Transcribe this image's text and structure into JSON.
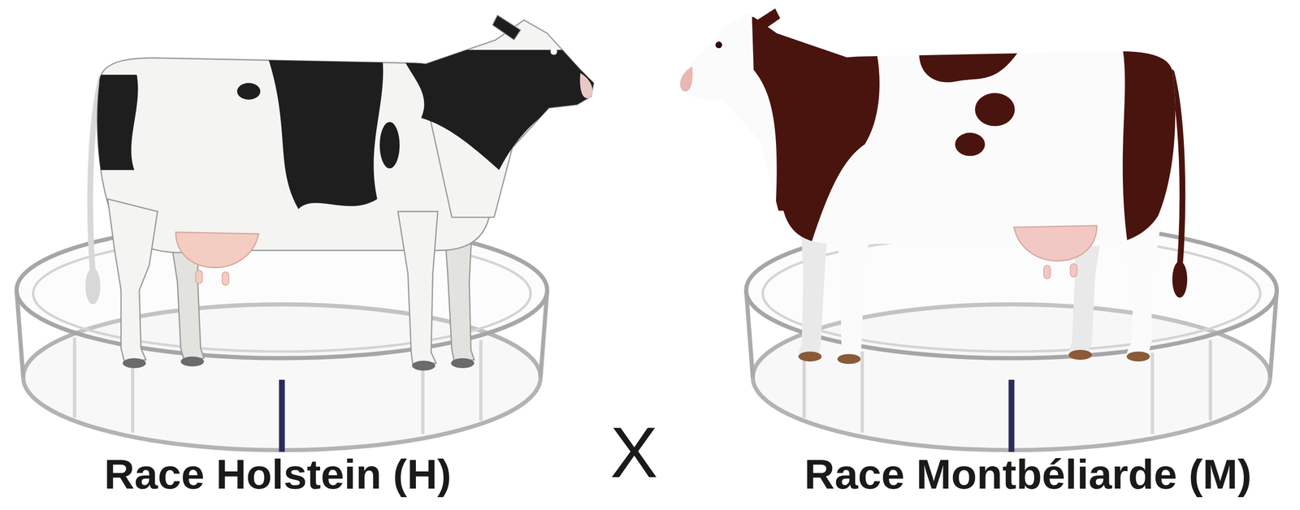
{
  "diagram": {
    "labels": [
      "Race Holstein (H)",
      "X",
      "Race Montbéliarde (M)"
    ]
  }
}
